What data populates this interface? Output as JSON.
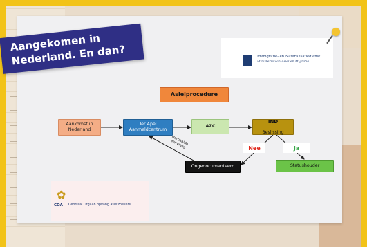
{
  "banner": {
    "text": "Aangekomen in\nNederland. En dan?"
  },
  "ind_logo": {
    "name": "Immigratie- en Naturalisatiedienst",
    "ministry": "Ministerie van Asiel en Migratie"
  },
  "coa_logo": {
    "short": "COA",
    "full": "Centraal Orgaan opvang asielzoekers"
  },
  "diagram": {
    "title": "Asielprocedure",
    "nodes": {
      "aankomst": "Aankomst in\nNederland",
      "terapel": "Ter Apel\nAanmeldcentrum",
      "azc": "AZC",
      "ind_title": "IND",
      "ind_sub": "Beslissing",
      "ongedocumenteerd": "Ongedocumenteerd",
      "statushouder": "Statushouder"
    },
    "labels": {
      "nee": "Nee",
      "ja": "Ja",
      "herhaalde": "Herhaalde\naanvraag"
    }
  },
  "colors": {
    "frame": "#f2c318",
    "banner": "#2f2f85",
    "title_node": "#f0873b",
    "ter_apel": "#2f7ec1",
    "azc": "#cbe7b0",
    "ind": "#b8920f",
    "statushouder": "#6bc348",
    "nee": "#e0271c",
    "ja": "#3aa64a"
  }
}
